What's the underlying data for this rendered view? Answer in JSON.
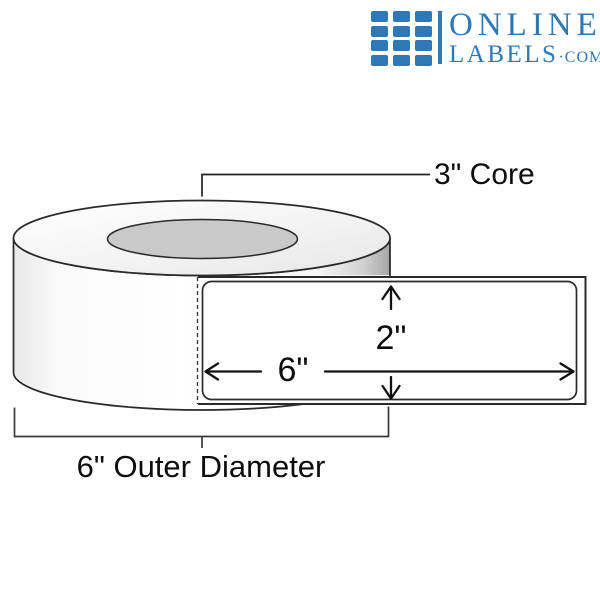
{
  "page": {
    "background": "#ffffff"
  },
  "logo": {
    "icon": "grid-of-squares-icon",
    "word_top": "ONLINE",
    "word_bottom": "LABELS",
    "word_suffix": "·COM",
    "brand_color": "#2e78b8"
  },
  "diagram": {
    "type": "label-roll-dimension-diagram",
    "annotations": {
      "core_label": "3\" Core",
      "outer_diameter_label": "6\" Outer Diameter",
      "label_width": "6\"",
      "label_height": "2\""
    },
    "colors": {
      "core_fill": "#c9c9c9",
      "line_color": "#2a2a2a",
      "label_fill": "#ffffff"
    }
  }
}
